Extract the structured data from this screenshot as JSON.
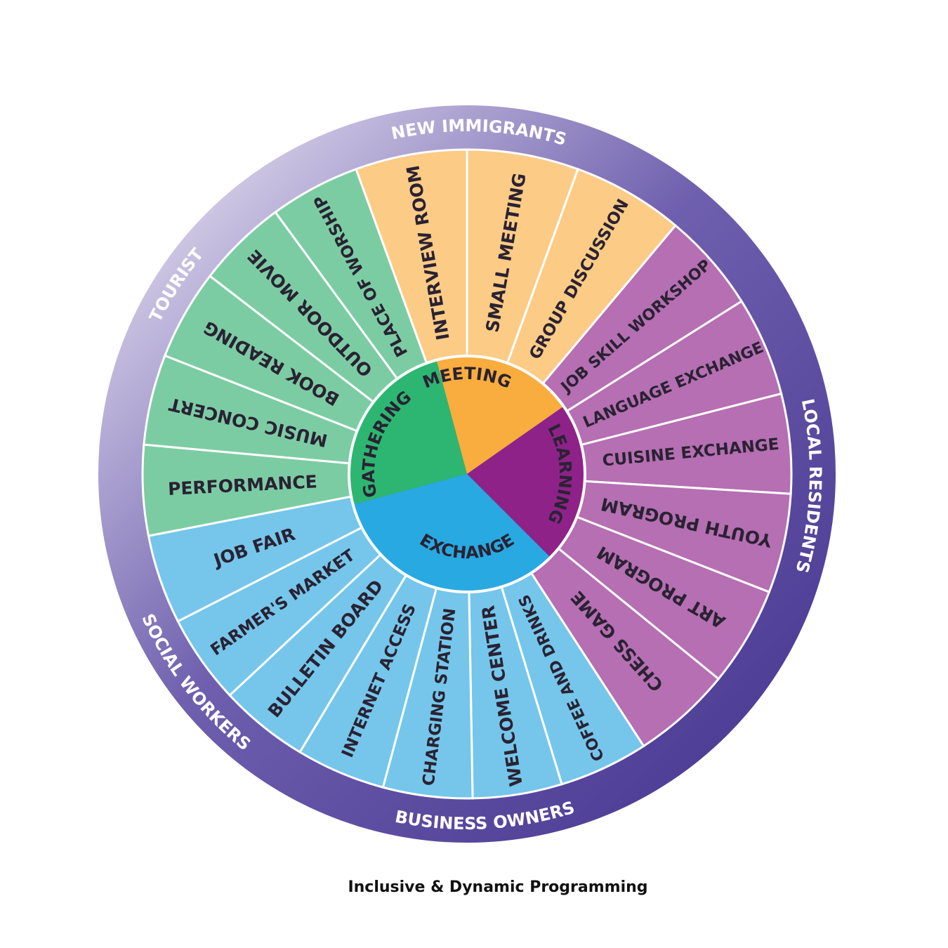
{
  "colors": {
    "ring_light": "#d2cce6",
    "ring_dark": "#5a4a9e",
    "ring_text": "#ffffff",
    "segment_text": "#2a2233",
    "divider": "#ffffff"
  },
  "ring_labels": [
    {
      "text": "NEW IMMIGRANTS",
      "icon": ""
    },
    {
      "text": "LOCAL RESIDENTS"
    },
    {
      "text": "BUSINESS OWNERS"
    },
    {
      "text": "SOCIAL WORKERS"
    },
    {
      "text": "TOURIST"
    }
  ],
  "categories": [
    {
      "name": "MEETING",
      "color": "#f8ad3e",
      "segment_color": "#fccb85",
      "items": [
        "INTERVIEW ROOM",
        "SMALL MEETING",
        "GROUP DISCUSSION"
      ]
    },
    {
      "name": "LEARNING",
      "color": "#8e2289",
      "segment_color": "#b56fb2",
      "items": [
        "JOB SKILL WORKSHOP",
        "LANGUAGE EXCHANGE",
        "CUISINE EXCHANGE",
        "YOUTH PROGRAM",
        "ART PROGRAM",
        "CHESS GAME"
      ]
    },
    {
      "name": "EXCHANGE",
      "color": "#28a9e1",
      "segment_color": "#75c6ea",
      "items": [
        "COFFEE AND DRINKS",
        "WELCOME CENTER",
        "CHARGING STATION",
        "INTERNET ACCESS",
        "BULLETIN BOARD",
        "FARMER'S MARKET",
        "JOB FAIR"
      ]
    },
    {
      "name": "GATHERING",
      "color": "#2db671",
      "segment_color": "#7ccca3",
      "items": [
        "PERFORMANCE",
        "MUSIC CONCERT",
        "BOOK READING",
        "OUTDOOR MOVIE",
        "PLACE OF WORSHIP"
      ]
    }
  ],
  "caption": "Inclusive & Dynamic Programming"
}
